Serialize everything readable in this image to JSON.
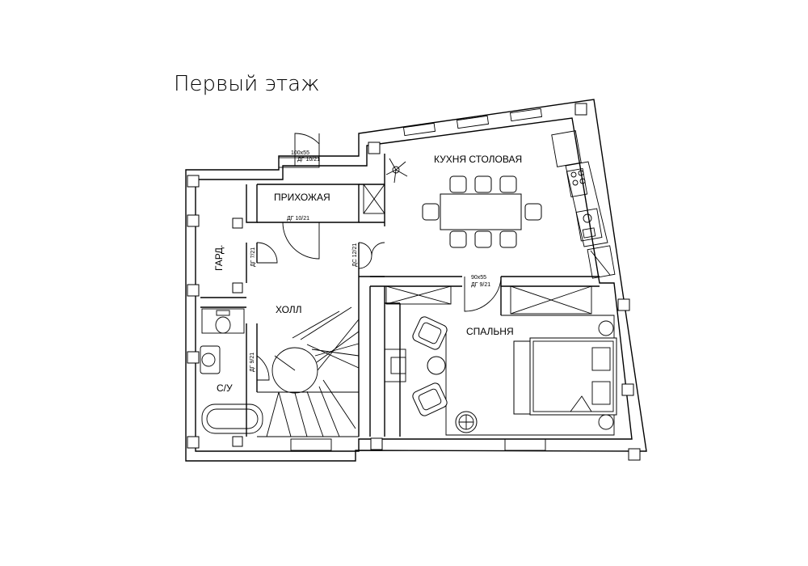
{
  "title": "Первый этаж",
  "rooms": {
    "kitchen_dining": "КУХНЯ  СТОЛОВАЯ",
    "entrance": "ПРИХОЖАЯ",
    "wardrobe": "ГАРД.",
    "hall": "ХОЛЛ",
    "bedroom": "СПАЛЬНЯ",
    "bathroom": "С/У"
  },
  "doors": {
    "entry_size": "100х55",
    "entry_tag": "ДГ 10/21",
    "entrance_tag": "ДГ 10/21",
    "wardrobe_tag": "ДГ 7/21",
    "kitchen_tag": "ДС 12/21",
    "bedroom_size": "90х55",
    "bedroom_tag": "ДГ 9/21",
    "bathroom_tag": "ДГ 9/21"
  }
}
